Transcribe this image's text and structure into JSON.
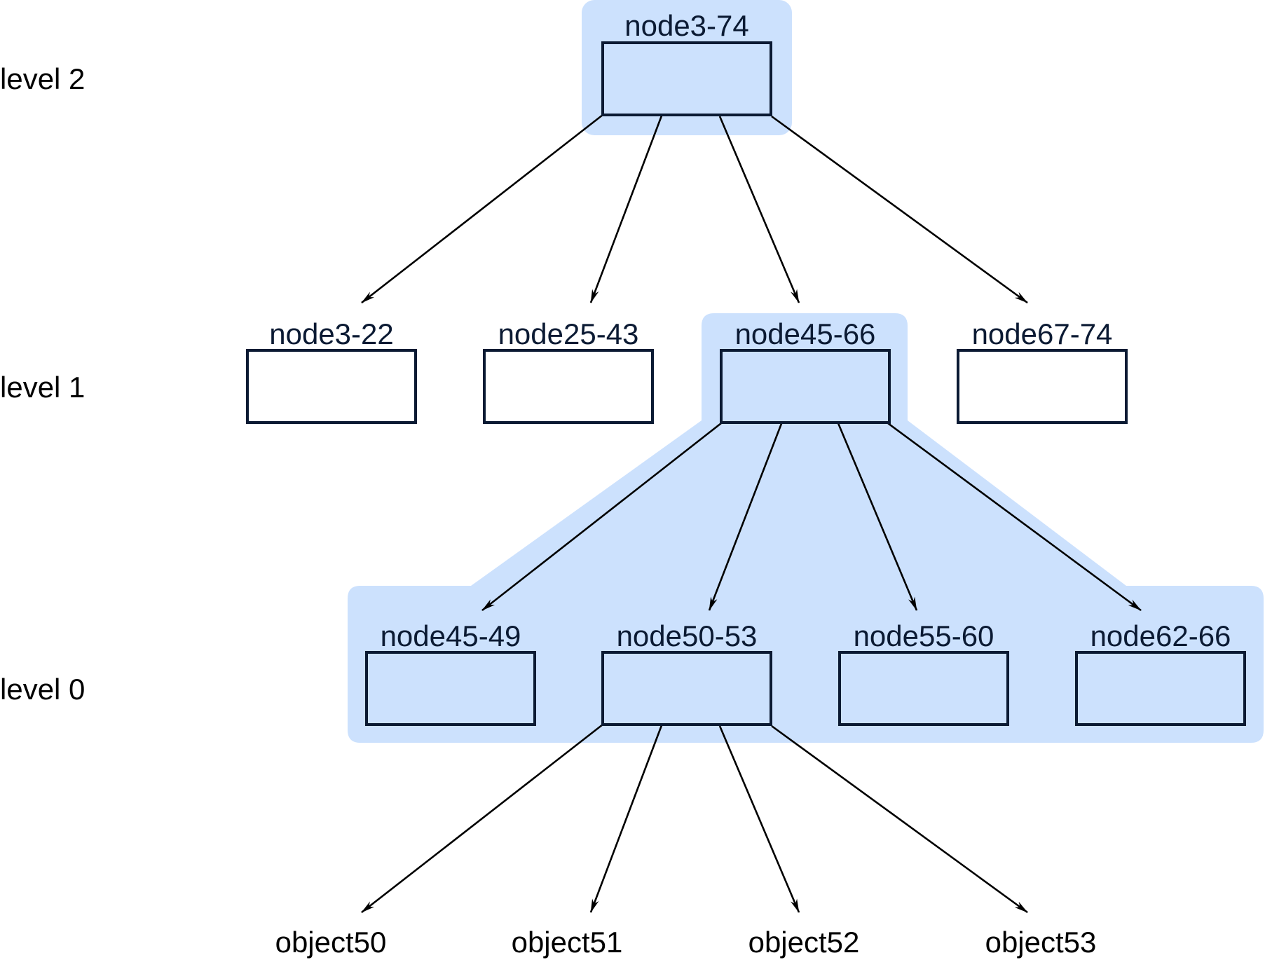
{
  "colors": {
    "highlight": "#cce1fd",
    "box_stroke": "#0b1a33",
    "edge": "#000000",
    "background": "#ffffff"
  },
  "levels": [
    "level 2",
    "level 1",
    "level 0"
  ],
  "root": {
    "label": "node3-74",
    "highlighted": true
  },
  "level1_nodes": [
    {
      "label": "node3-22",
      "highlighted": false
    },
    {
      "label": "node25-43",
      "highlighted": false
    },
    {
      "label": "node45-66",
      "highlighted": true
    },
    {
      "label": "node67-74",
      "highlighted": false
    }
  ],
  "level0_nodes": [
    {
      "label": "node45-49",
      "highlighted": true
    },
    {
      "label": "node50-53",
      "highlighted": true
    },
    {
      "label": "node55-60",
      "highlighted": true
    },
    {
      "label": "node62-66",
      "highlighted": true
    }
  ],
  "objects": [
    "object50",
    "object51",
    "object52",
    "object53"
  ]
}
